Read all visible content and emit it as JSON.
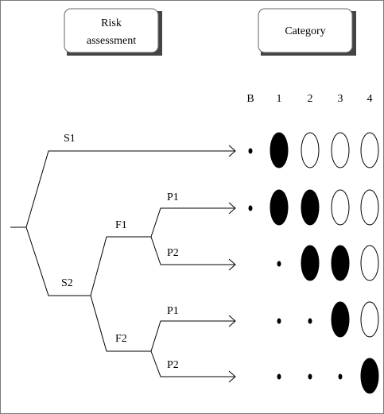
{
  "header": {
    "left_box_line1": "Risk",
    "left_box_line2": "assessment",
    "right_box": "Category"
  },
  "categories": [
    "B",
    "1",
    "2",
    "3",
    "4"
  ],
  "branches": {
    "S1": "S1",
    "S2": "S2",
    "F1": "F1",
    "F2": "F2",
    "P1_top": "P1",
    "P2_top": "P2",
    "P1_bottom": "P1",
    "P2_bottom": "P2"
  },
  "rows": [
    {
      "path": "S1",
      "symbols": [
        "dot",
        "filled",
        "open",
        "open",
        "open"
      ]
    },
    {
      "path": "S2-F1-P1",
      "symbols": [
        "dot",
        "filled",
        "filled",
        "open",
        "open"
      ]
    },
    {
      "path": "S2-F1-P2",
      "symbols": [
        "none",
        "dot",
        "filled",
        "filled",
        "open"
      ]
    },
    {
      "path": "S2-F2-P1",
      "symbols": [
        "none",
        "dot",
        "dot",
        "filled",
        "open"
      ]
    },
    {
      "path": "S2-F2-P2",
      "symbols": [
        "none",
        "dot",
        "dot",
        "dot",
        "filled"
      ]
    }
  ]
}
